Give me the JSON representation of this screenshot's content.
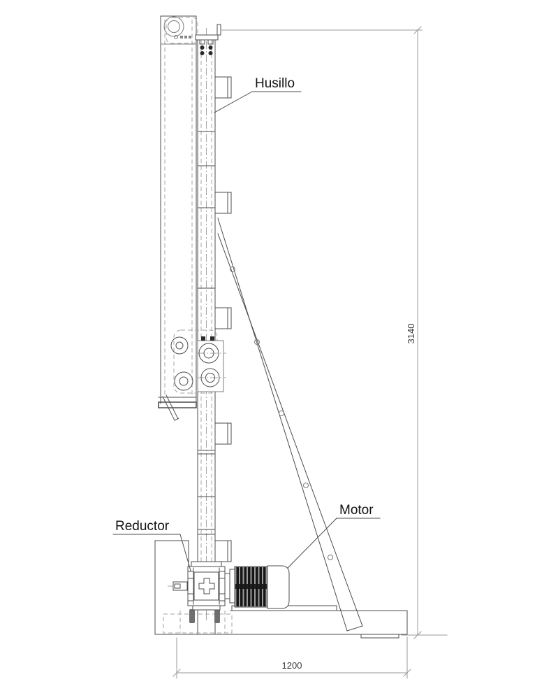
{
  "labels": {
    "husillo": "Husillo",
    "reductor": "Reductor",
    "motor": "Motor"
  },
  "dimensions": {
    "height": "3140",
    "width": "1200"
  },
  "colors": {
    "line": "#4d4d4d",
    "hidden": "#a6a6a6",
    "dim": "#9a9a9a",
    "label": "#141414",
    "dim_text": "#3a3a3a",
    "fin_bg": "#9c9c9c",
    "fin_dark": "#161616",
    "anchor": "#6e6e6e",
    "background": "#ffffff"
  }
}
